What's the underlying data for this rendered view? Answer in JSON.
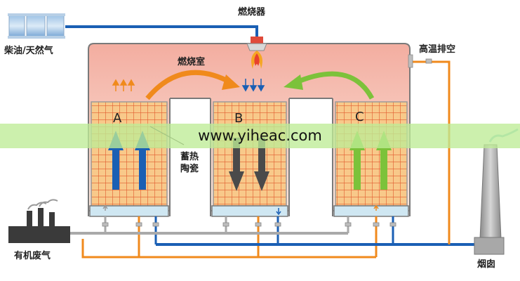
{
  "labels": {
    "burner": "燃烧器",
    "fuel": "柴油/天然气",
    "combustion_chamber": "燃烧室",
    "high_temp_exhaust": "高温排空",
    "ceramic_line1": "蓄热",
    "ceramic_line2": "陶瓷",
    "organic_waste_gas": "有机废气",
    "chimney": "烟囱"
  },
  "chambers": [
    "A",
    "B",
    "C"
  ],
  "watermark": "www.yiheac.com",
  "colors": {
    "blue_pipe": "#1a5fb4",
    "orange_pipe": "#f08a1c",
    "gray_pipe": "#a9a9a9",
    "ceramic_bg": "#f7c77f",
    "ceramic_grid": "#e0522b",
    "green_arrow": "#7cc23a",
    "gray_arrow": "#4a4a4a",
    "chamber_top": "#f2b2a6",
    "chamber_bottom": "#fbe7dc"
  }
}
